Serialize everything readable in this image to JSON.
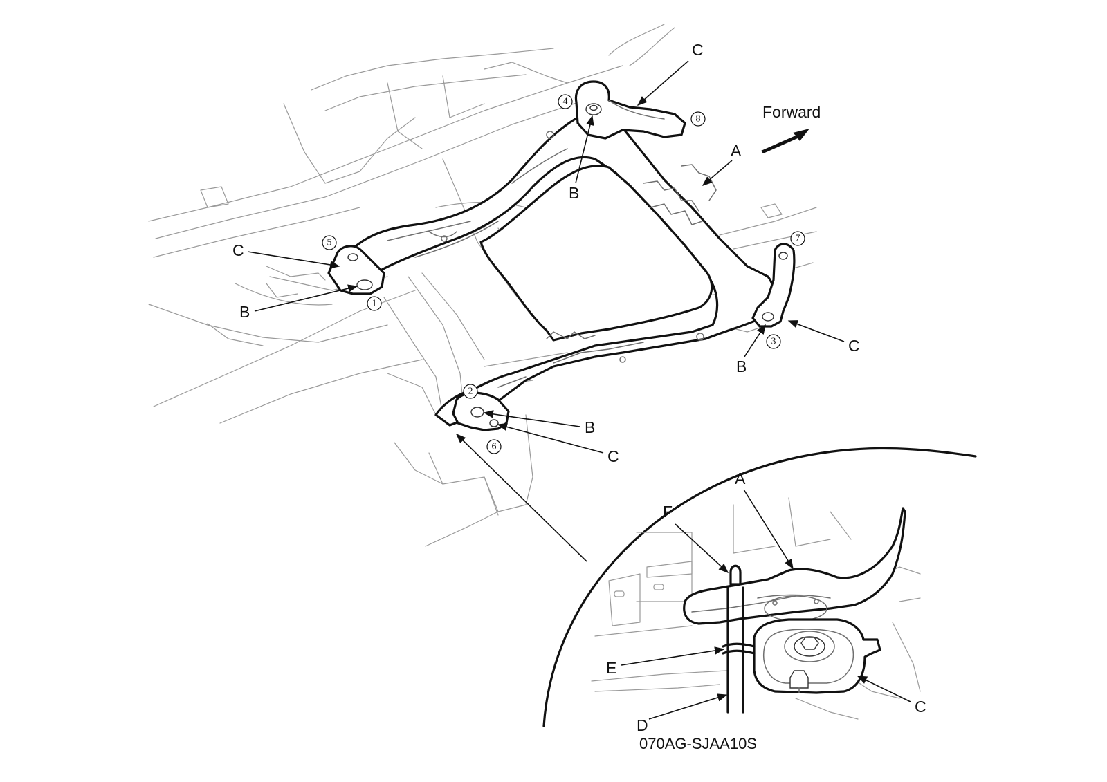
{
  "labels": {
    "A": "A",
    "B": "B",
    "C": "C",
    "D": "D",
    "E": "E",
    "F": "F"
  },
  "callouts": [
    "1",
    "2",
    "3",
    "4",
    "5",
    "6",
    "7",
    "8"
  ],
  "direction_label": "Forward",
  "figure_code": "070AG-SJAA10S"
}
